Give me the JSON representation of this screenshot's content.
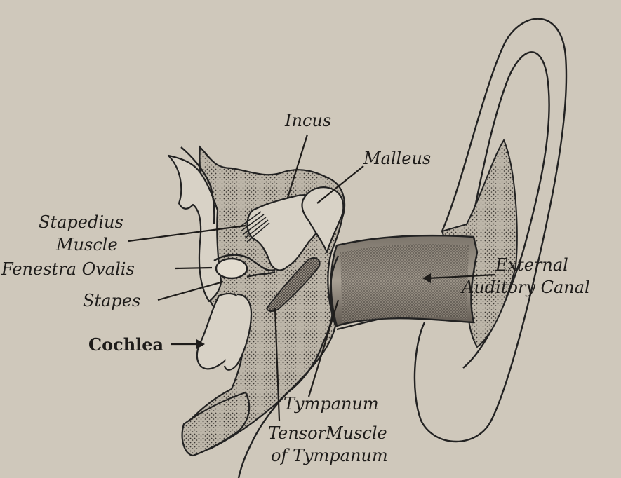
{
  "colors": {
    "background": "#cfc8bb",
    "ink": "#1e1c1a",
    "stipple": "#3a3632",
    "bone": "#d8d2c6"
  },
  "labels": {
    "incus": "Incus",
    "malleus": "Malleus",
    "stapedius_1": "Stapedius",
    "stapedius_2": "Muscle",
    "fenestra_ovalis": "Fenestra Ovalis",
    "stapes": "Stapes",
    "cochlea": "Cochlea",
    "external_1": "External",
    "external_2": "Auditory Canal",
    "tympanum": "Tympanum",
    "tensor_1": "TensorMuscle",
    "tensor_2": "of Tympanum"
  }
}
